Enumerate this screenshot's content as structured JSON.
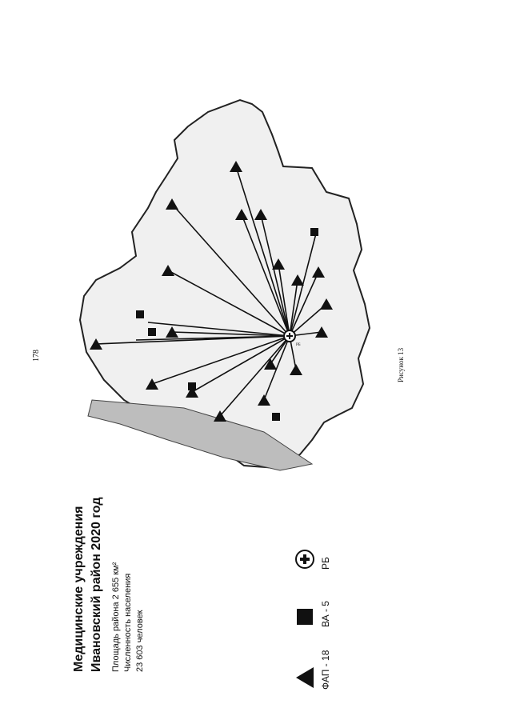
{
  "page_number": "178",
  "title": [
    "Медицинские учреждения",
    "Ивановский район 2020 год"
  ],
  "info": [
    "Площадь района 2 655 км²",
    "Численность населения",
    "23 603 человек"
  ],
  "caption": "Рисунок 13",
  "legend": [
    {
      "symbol": "cross-circle",
      "label": "РБ"
    },
    {
      "symbol": "square",
      "label": "ВА - 5"
    },
    {
      "symbol": "triangle",
      "label": "ФАП - 18"
    }
  ],
  "hub_label": "РБ",
  "colors": {
    "ink": "#111111",
    "fill": "#eeeeee",
    "stroke": "#222222"
  }
}
